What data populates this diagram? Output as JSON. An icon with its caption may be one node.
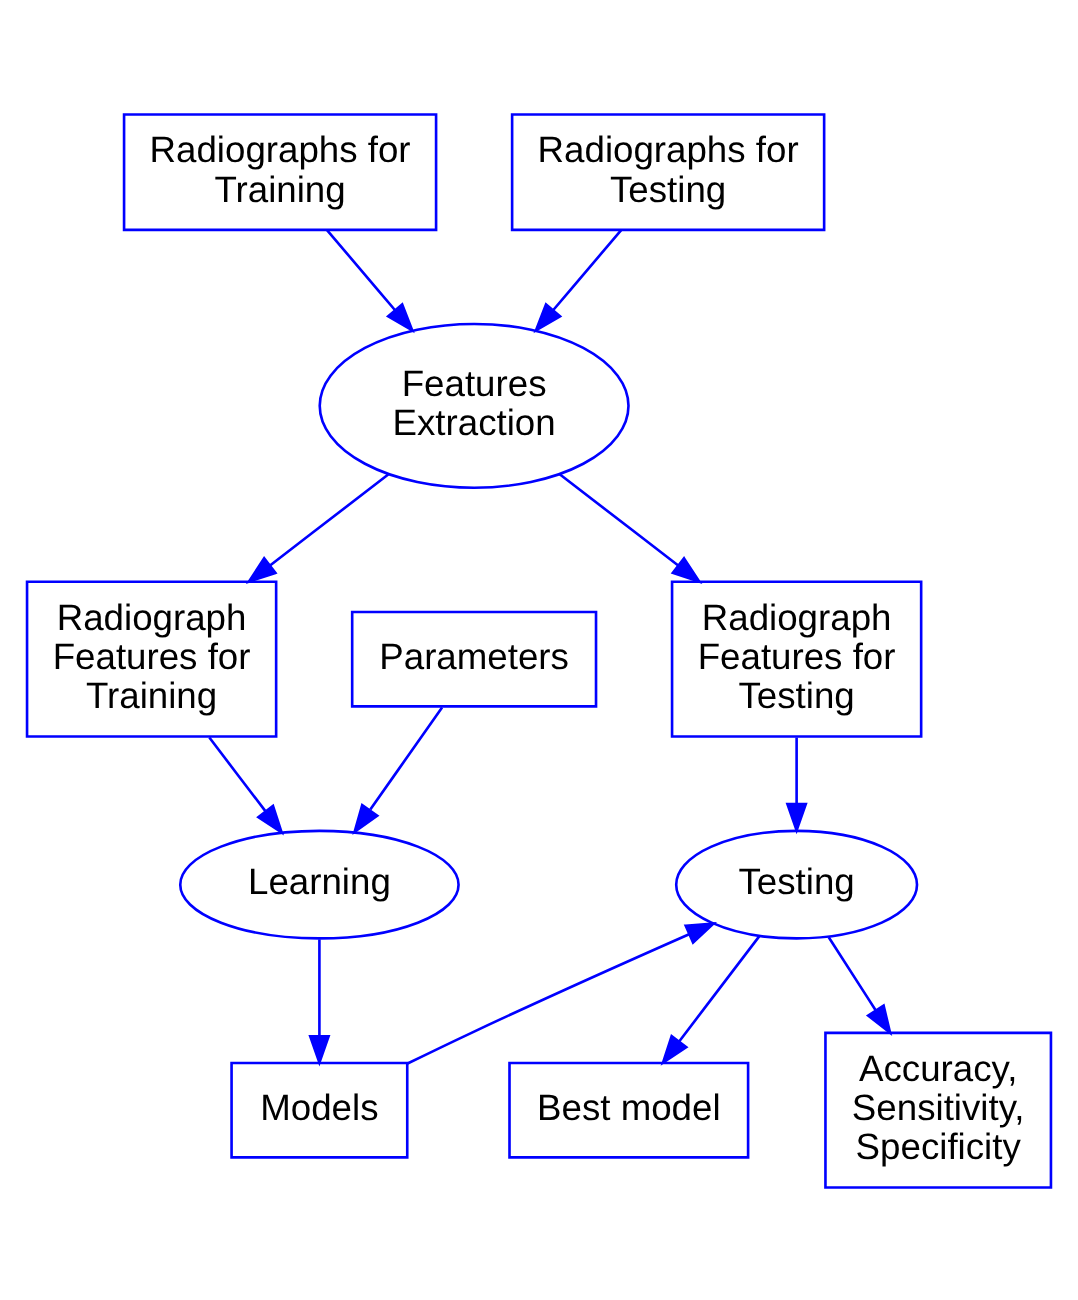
{
  "diagram": {
    "nodes": [
      {
        "text": [
          "Radiographs for Training"
        ]
      },
      {
        "text": [
          "Radiographs for Testing"
        ]
      },
      {
        "text": [
          "Features Extraction"
        ]
      },
      {
        "text": [
          "Radiograph Features for Training"
        ]
      },
      {
        "text": [
          "Radiograph Features for Testing"
        ]
      },
      {
        "text": [
          "Parameters"
        ]
      },
      {
        "text": [
          "Learning"
        ]
      },
      {
        "text": [
          "Testing"
        ]
      },
      {
        "text": [
          "Models"
        ]
      },
      {
        "text": [
          "Best model"
        ]
      },
      {
        "text": [
          "Accuracy, Sensitivity, Specificity"
        ]
      }
    ],
    "edges": [
      {
        "from": 0,
        "to": 2,
        "arrow": "to"
      },
      {
        "from": 1,
        "to": 2,
        "arrow": "to"
      },
      {
        "from": 2,
        "to": 3,
        "arrow": "to"
      },
      {
        "from": 2,
        "to": 4,
        "arrow": "to"
      },
      {
        "from": 3,
        "to": 6,
        "arrow": "to"
      },
      {
        "from": 5,
        "to": 6,
        "arrow": "to"
      },
      {
        "from": 4,
        "to": 7,
        "arrow": "to"
      },
      {
        "from": 6,
        "to": 8,
        "arrow": "to"
      },
      {
        "from": 8,
        "to": 7,
        "arrow": "to"
      },
      {
        "from": 7,
        "to": 9,
        "arrow": "to"
      },
      {
        "from": 7,
        "to": 10,
        "arrow": "to"
      }
    ]
  }
}
